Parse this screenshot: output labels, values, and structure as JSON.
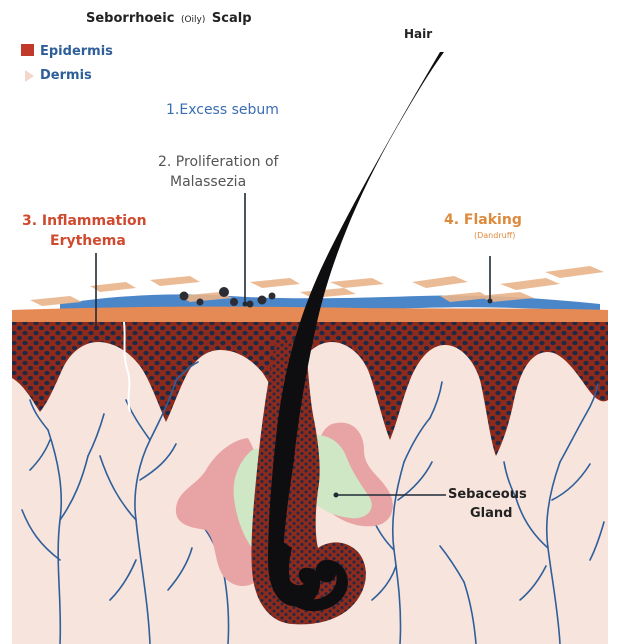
{
  "title": {
    "main": "Seborrhoeic",
    "qualifier": "(Oily)",
    "suffix": "Scalp"
  },
  "legend": [
    {
      "label": "Epidermis",
      "color": "#c0392b"
    },
    {
      "label": "Dermis",
      "color": "#f4d6cc"
    }
  ],
  "labels": {
    "hair": "Hair",
    "excess_sebum": "1.Excess sebum",
    "proliferation_line1": "2. Proliferation of",
    "proliferation_line2": "Malassezia",
    "inflammation_line1": "3. Inflammation",
    "inflammation_line2": "Erythema",
    "flaking": "4. Flaking",
    "flaking_sub": "(Dandruff)",
    "sebaceous_line1": "Sebaceous",
    "sebaceous_line2": "Gland"
  },
  "colors": {
    "epidermis": "#8e2a1c",
    "dot": "#1e2a45",
    "dermis": "#f7e4dc",
    "sebum": "#4a86c8",
    "flake": "#e9b48a",
    "vessel": "#2f5f9a",
    "gland": "#cfe7c4",
    "gland_pink": "#e8a3a4",
    "hair": "#0e0e10",
    "label_blue": "#3a6db2",
    "label_red": "#cf4a2f",
    "label_orange": "#dd8a3d",
    "label_gray": "#555555",
    "title_dark": "#222222"
  }
}
